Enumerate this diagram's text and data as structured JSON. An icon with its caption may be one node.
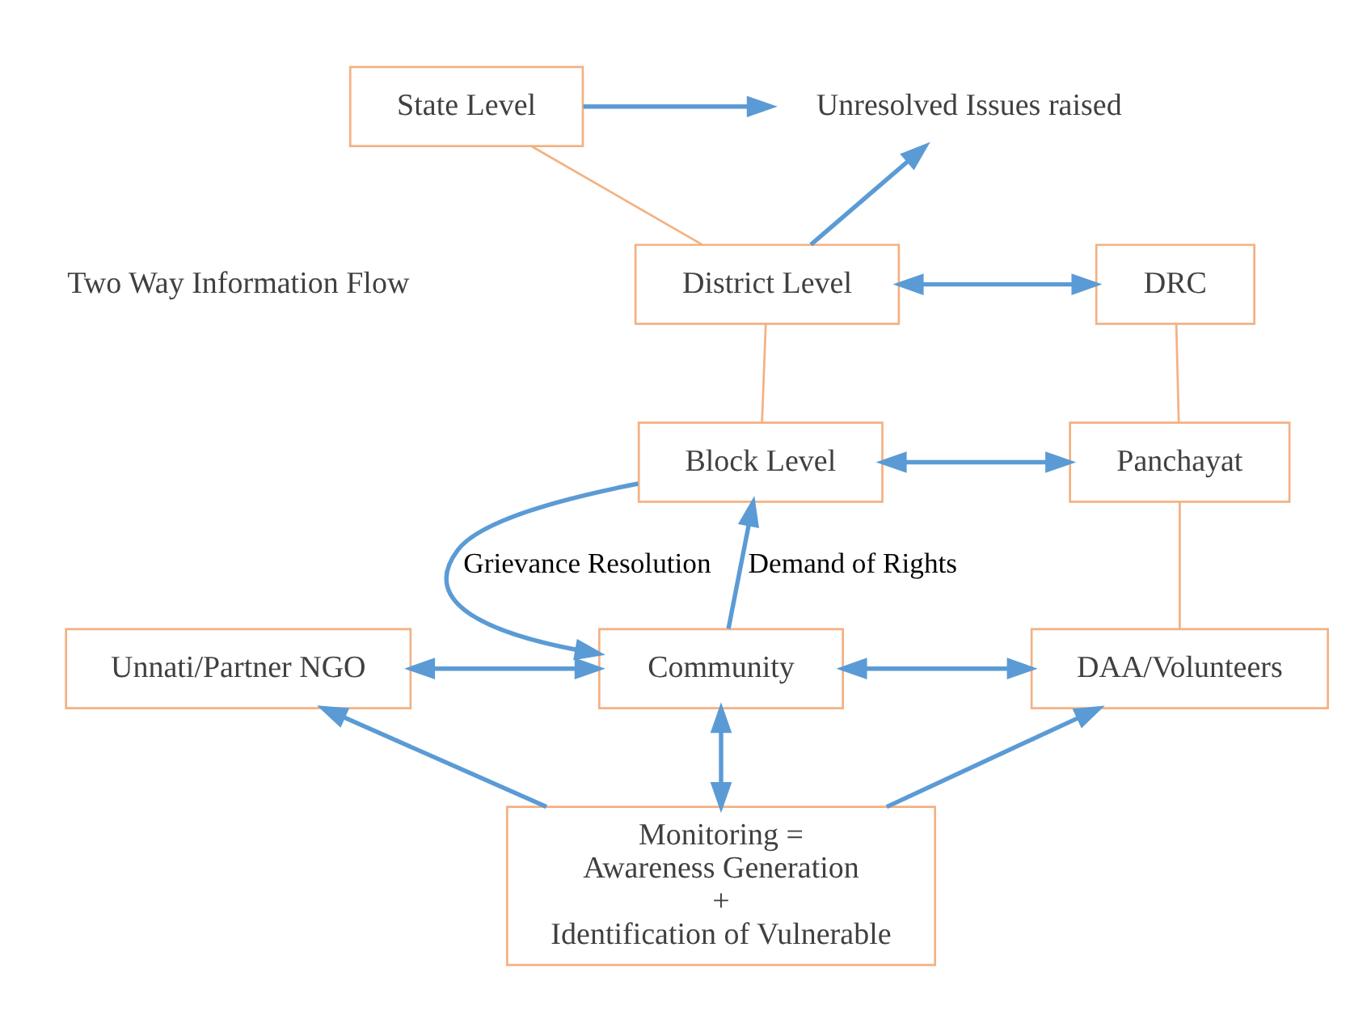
{
  "diagram": {
    "nodes": [
      {
        "text": [
          "State Level"
        ]
      },
      {
        "text": [
          "Unresolved Issues raised"
        ]
      },
      {
        "text": [
          "District Level"
        ]
      },
      {
        "text": [
          "DRC"
        ]
      },
      {
        "text": [
          "Block Level"
        ]
      },
      {
        "text": [
          "Panchayat"
        ]
      },
      {
        "text": [
          "Unnati/Partner NGO"
        ]
      },
      {
        "text": [
          "Community"
        ]
      },
      {
        "text": [
          "DAA/Volunteers"
        ]
      },
      {
        "text": [
          "Monitoring =",
          "Awareness Generation",
          "+",
          "Identification of Vulnerable"
        ]
      }
    ],
    "edges": [
      {
        "from": 0,
        "to": 1,
        "arrow": "to"
      },
      {
        "from": 2,
        "to": 1,
        "arrow": "to"
      },
      {
        "from": 0,
        "to": 2,
        "arrow": "none",
        "color": "#f4b183"
      },
      {
        "from": 2,
        "to": 3,
        "arrow": "both"
      },
      {
        "from": 2,
        "to": 4,
        "arrow": "none",
        "color": "#f4b183"
      },
      {
        "from": 3,
        "to": 5,
        "arrow": "none",
        "color": "#f4b183"
      },
      {
        "from": 4,
        "to": 5,
        "arrow": "both"
      },
      {
        "from": 7,
        "to": 4,
        "arrow": "to",
        "label": "Demand of Rights"
      },
      {
        "from": 4,
        "to": 7,
        "arrow": "to",
        "label": "Grievance Resolution"
      },
      {
        "from": 5,
        "to": 8,
        "arrow": "none",
        "color": "#f4b183"
      },
      {
        "from": 6,
        "to": 7,
        "arrow": "both"
      },
      {
        "from": 7,
        "to": 8,
        "arrow": "both"
      },
      {
        "from": 7,
        "to": 9,
        "arrow": "both"
      },
      {
        "from": 9,
        "to": 6,
        "arrow": "to"
      },
      {
        "from": 9,
        "to": 8,
        "arrow": "to"
      }
    ],
    "labels": [
      "Two Way Information Flow"
    ]
  }
}
